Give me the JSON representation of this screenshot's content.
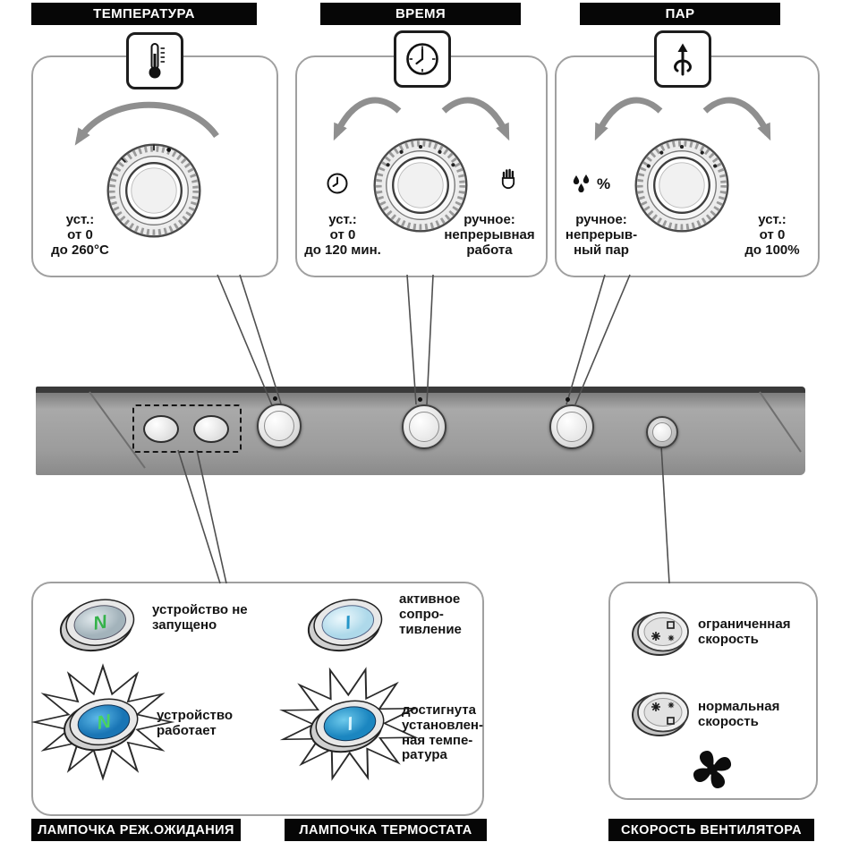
{
  "top": {
    "temperature": {
      "title": "ТЕМПЕРАТУРА",
      "set_text": "уст.:\nот 0\nдо 260°C"
    },
    "time": {
      "title": "ВРЕМЯ",
      "set_text": "уст.:\nот 0\nдо 120 мин.",
      "manual_text": "ручное:\nнепрерывная\nработа"
    },
    "steam": {
      "title": "ПАР",
      "manual_text": "ручное:\nнепрерыв-\nный пар",
      "set_text": "уст.:\nот 0\nдо 100%",
      "percent_label": "%"
    }
  },
  "bottom": {
    "standby": {
      "title": "ЛАМПОЧКА РЕЖ.ОЖИДАНИЯ",
      "off_text": "устройство не\nзапущено",
      "on_text": "устройство\nработает",
      "lamp_symbol": "N"
    },
    "thermostat": {
      "title": "ЛАМПОЧКА ТЕРМОСТАТА",
      "active_text": "активное\nсопро-\nтивление",
      "reached_text": "достигнута\nустановлен-\nная темпе-\nратура",
      "lamp_symbol": "I"
    },
    "fan": {
      "title": "СКОРОСТЬ ВЕНТИЛЯТОРА",
      "limited_text": "ограниченная\nскорость",
      "normal_text": "нормальная\nскорость"
    }
  },
  "colors": {
    "bar_black": "#060606",
    "panel_gray": "#9c9c9c",
    "lamp_blue": "#1b86c0",
    "lamp_green": "#35b24a"
  }
}
